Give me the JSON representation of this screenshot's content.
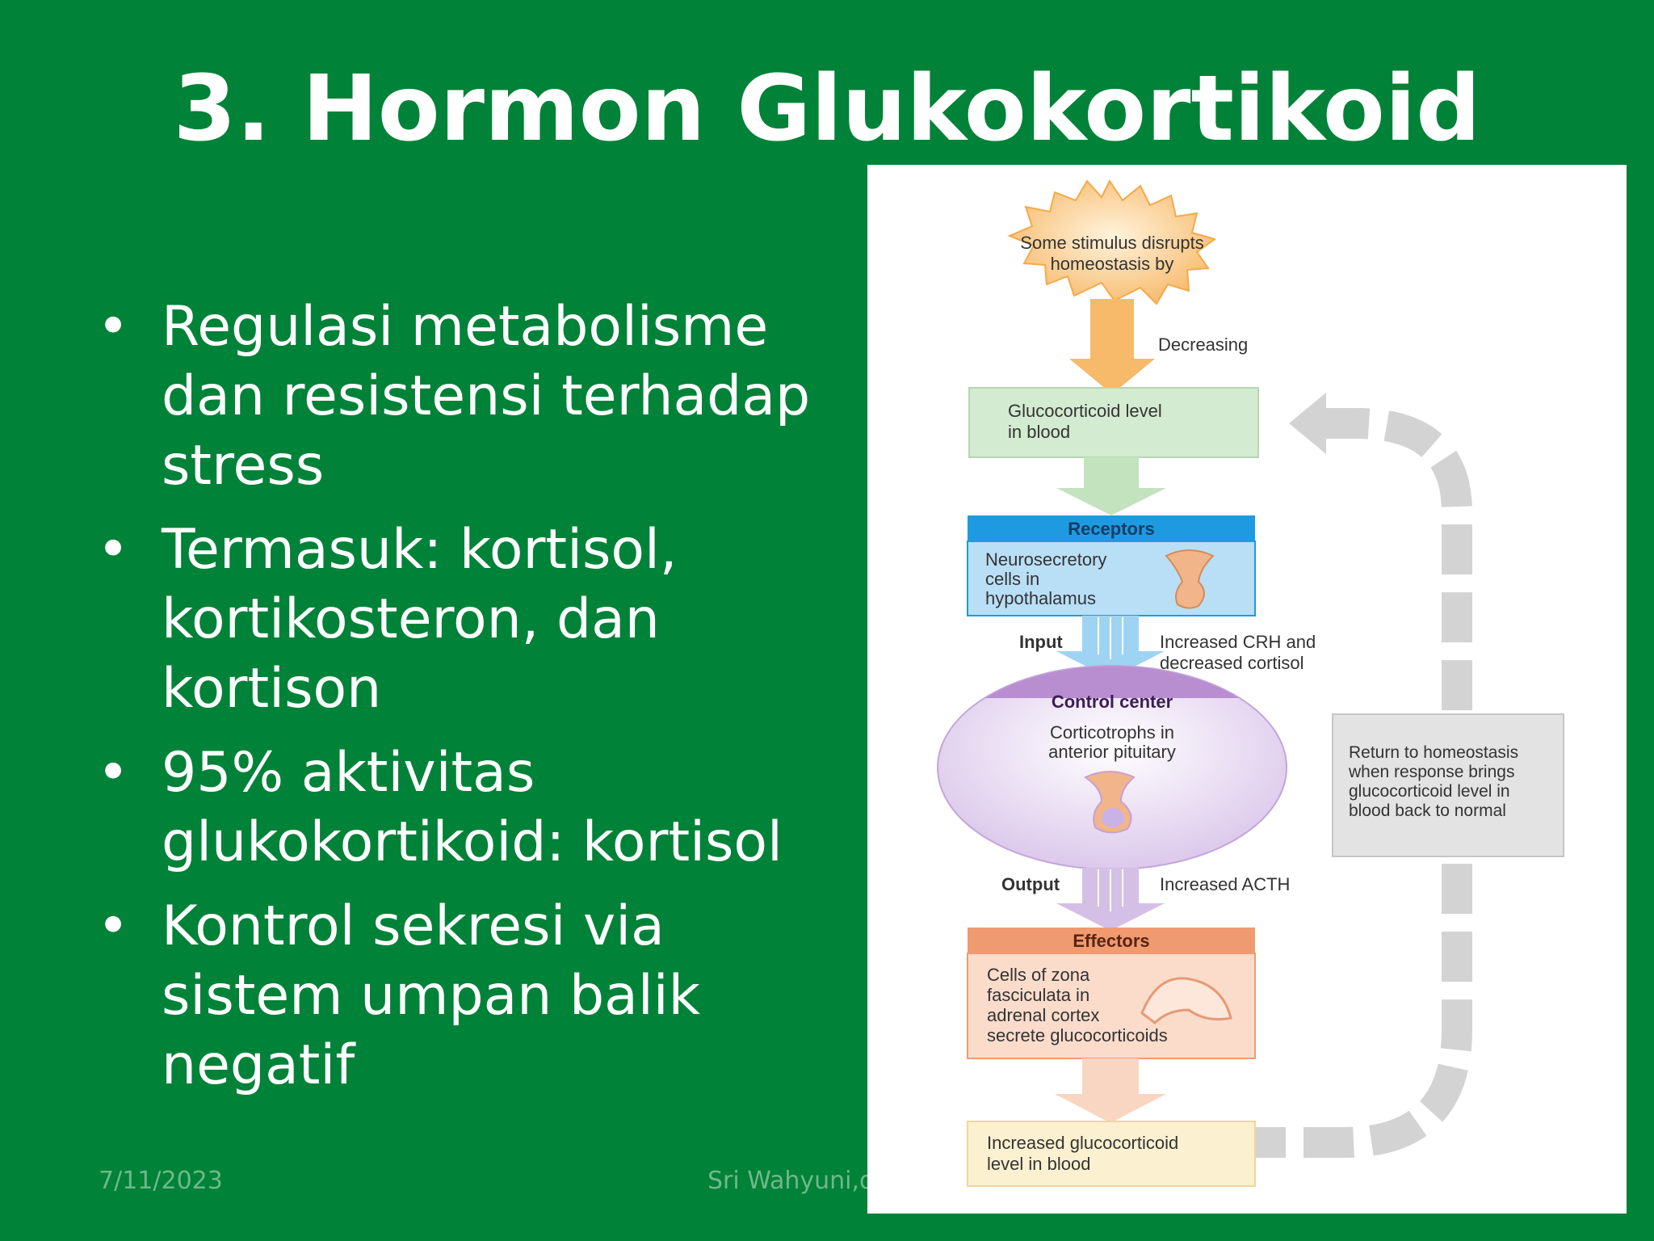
{
  "slide": {
    "title": "3. Hormon Glukokortikoid",
    "bullets": [
      "Regulasi metabolisme dan resistensi terhadap stress",
      "Termasuk: kortisol, kortikosteron, dan kortison",
      "95% aktivitas glukokortikoid: kortisol",
      "Kontrol sekresi via sistem umpan balik negatif"
    ],
    "bullet_glyph": "•",
    "footer_date": "7/11/2023",
    "footer_author": "Sri Wahyuni,dr"
  },
  "diagram": {
    "stimulus": [
      "Some stimulus disrupts",
      "homeostasis by"
    ],
    "decreasing": "Decreasing",
    "level_box": [
      "Glucocorticoid level",
      "in blood"
    ],
    "receptors_header": "Receptors",
    "receptors_body": [
      "Neurosecretory",
      "cells in",
      "hypothalamus"
    ],
    "input_label": "Input",
    "input_desc": [
      "Increased CRH and",
      "decreased cortisol"
    ],
    "control_header": "Control center",
    "control_body": [
      "Corticotrophs in",
      "anterior pituitary"
    ],
    "output_label": "Output",
    "output_desc": "Increased ACTH",
    "effectors_header": "Effectors",
    "effectors_body": [
      "Cells of zona",
      "fasciculata in",
      "adrenal cortex",
      "secrete glucocorticoids"
    ],
    "result_box": [
      "Increased glucocorticoid",
      "level in blood"
    ],
    "return_box": [
      "Return to homeostasis",
      "when response brings",
      "glucocorticoid level in",
      "blood back to normal"
    ],
    "colors": {
      "slide_background": "#008238",
      "stimulus_fill": "#f7b96a",
      "level_fill": "#d3ebd0",
      "receptors_header": "#1e9be0",
      "receptors_body": "#b9dff7",
      "control_header": "#b98ed0",
      "control_body": "#e9dcf3",
      "effectors_header": "#f09a72",
      "effectors_body": "#fbdccb",
      "result_fill": "#fbf0cf",
      "return_fill": "#e3e3e3",
      "feedback_arrow": "#d3d3d3"
    }
  }
}
